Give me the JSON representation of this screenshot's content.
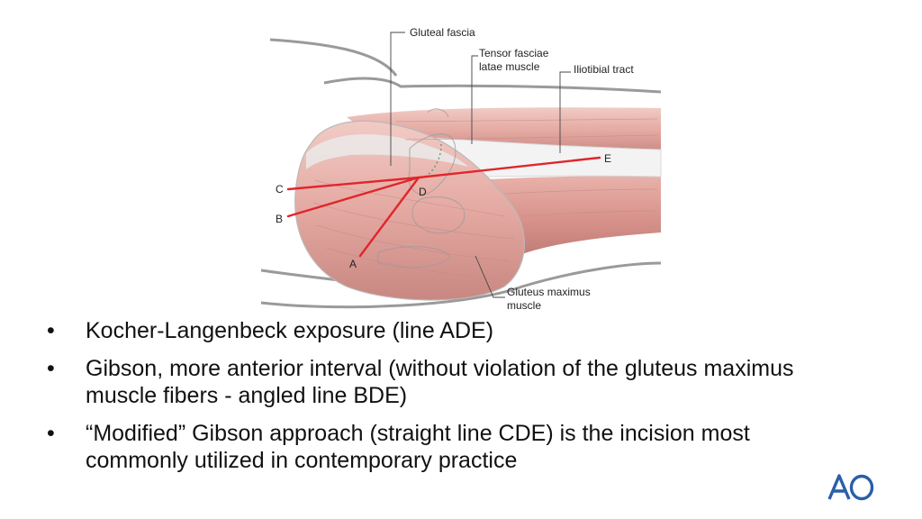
{
  "figure": {
    "labels": {
      "gluteal_fascia": "Gluteal fascia",
      "tensor_line1": "Tensor fasciae",
      "tensor_line2": "latae muscle",
      "iliotibial": "Iliotibial tract",
      "gmax_line1": "Gluteus maximus",
      "gmax_line2": "muscle"
    },
    "points": {
      "a": "A",
      "b": "B",
      "c": "C",
      "d": "D",
      "e": "E"
    },
    "colors": {
      "incision": "#e0262b",
      "muscle": "#e7b3ac",
      "muscle_dark": "#c98a84",
      "fascia": "#eeeeee"
    }
  },
  "bullets": [
    "Kocher-Langenbeck exposure (line ADE)",
    "Gibson, more anterior interval (without violation of the gluteus maximus muscle fibers - angled line BDE)",
    "“Modified” Gibson approach (straight line CDE) is the incision most commonly utilized in contemporary practice"
  ],
  "bullet_symbol": "•",
  "logo": {
    "icon": "ao-logo-icon",
    "color": "#2a5ea8"
  }
}
